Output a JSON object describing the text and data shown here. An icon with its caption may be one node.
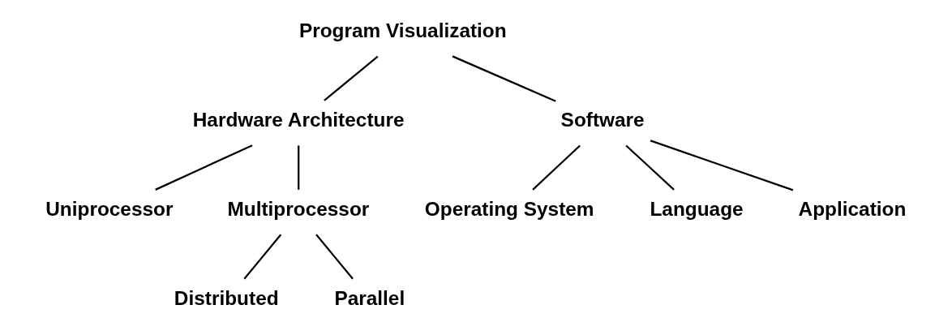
{
  "diagram": {
    "nodes": [
      {
        "text": [
          "Program Visualization"
        ]
      },
      {
        "text": [
          "Hardware Architecture"
        ]
      },
      {
        "text": [
          "Software"
        ]
      },
      {
        "text": [
          "Uniprocessor"
        ]
      },
      {
        "text": [
          "Multiprocessor"
        ]
      },
      {
        "text": [
          "Distributed"
        ]
      },
      {
        "text": [
          "Parallel"
        ]
      },
      {
        "text": [
          "Operating System"
        ]
      },
      {
        "text": [
          "Language"
        ]
      },
      {
        "text": [
          "Application"
        ]
      }
    ],
    "edges": [
      {
        "from": 0,
        "to": 1,
        "arrow": "none"
      },
      {
        "from": 0,
        "to": 2,
        "arrow": "none"
      },
      {
        "from": 1,
        "to": 3,
        "arrow": "none"
      },
      {
        "from": 1,
        "to": 4,
        "arrow": "none"
      },
      {
        "from": 4,
        "to": 5,
        "arrow": "none"
      },
      {
        "from": 4,
        "to": 6,
        "arrow": "none"
      },
      {
        "from": 2,
        "to": 7,
        "arrow": "none"
      },
      {
        "from": 2,
        "to": 8,
        "arrow": "none"
      },
      {
        "from": 2,
        "to": 9,
        "arrow": "none"
      }
    ]
  }
}
